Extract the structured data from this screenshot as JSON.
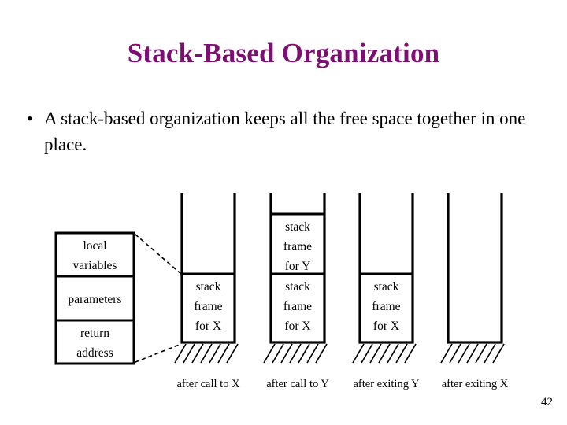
{
  "slide": {
    "title": "Stack-Based Organization",
    "page_number": "42",
    "title_color": "#7d0f73",
    "background_color": "#ffffff",
    "ink_color": "#000000"
  },
  "body": {
    "bullets": [
      {
        "marker": "•",
        "text": "A stack-based organization keeps all the free space together in one place."
      }
    ]
  },
  "diagram": {
    "frame_detail": {
      "cells": [
        {
          "line1": "local",
          "line2": "variables"
        },
        {
          "line1": "parameters",
          "line2": ""
        },
        {
          "line1": "return",
          "line2": "address"
        }
      ]
    },
    "columns": [
      {
        "caption": "after call to X",
        "frames": [
          {
            "line1": "stack",
            "line2": "frame",
            "line3": "for X"
          }
        ]
      },
      {
        "caption": "after call to Y",
        "frames": [
          {
            "line1": "stack",
            "line2": "frame",
            "line3": "for Y"
          },
          {
            "line1": "stack",
            "line2": "frame",
            "line3": "for X"
          }
        ]
      },
      {
        "caption": "after exiting Y",
        "frames": [
          {
            "line1": "stack",
            "line2": "frame",
            "line3": "for X"
          }
        ]
      },
      {
        "caption": "after exiting X",
        "frames": []
      }
    ]
  }
}
